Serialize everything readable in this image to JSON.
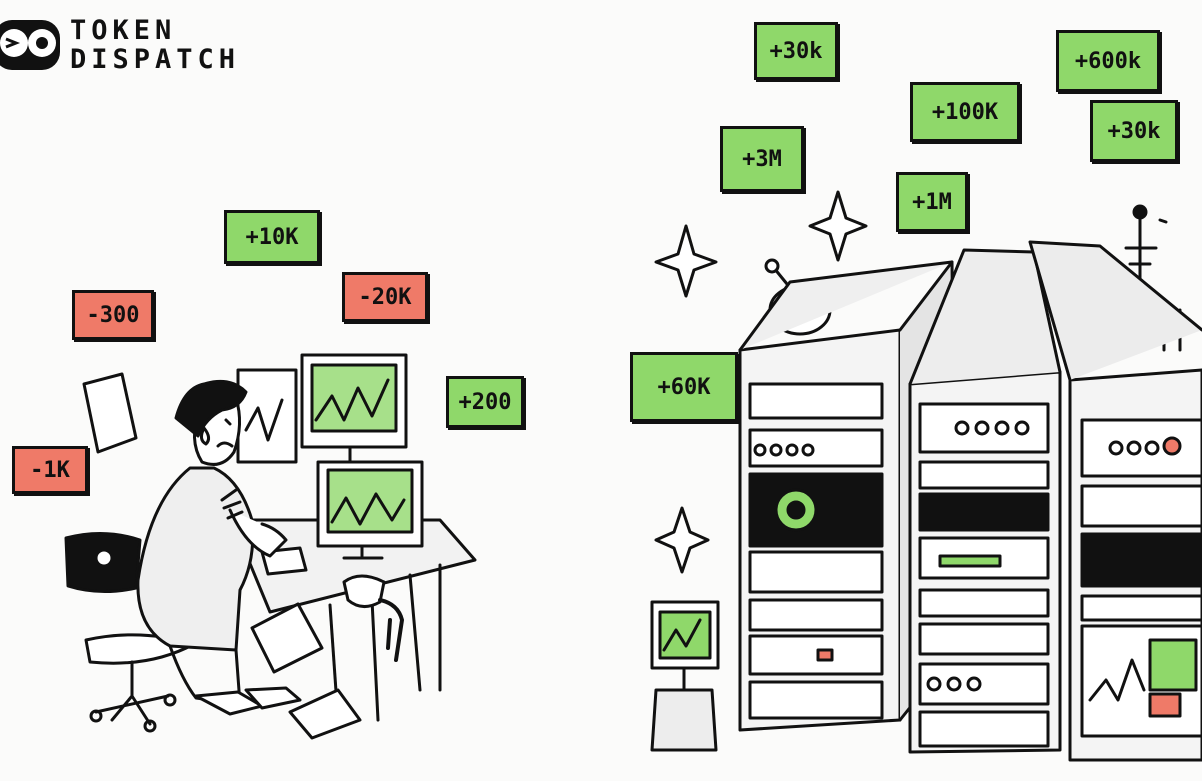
{
  "logo": {
    "line1": "TOKEN",
    "line2": "DISPATCH"
  },
  "colors": {
    "gain": "#8fd86a",
    "loss": "#ef7a68",
    "ink": "#111111"
  },
  "human_trader_tags": [
    {
      "text": "+10K",
      "tone": "gain"
    },
    {
      "text": "-300",
      "tone": "loss"
    },
    {
      "text": "-20K",
      "tone": "loss"
    },
    {
      "text": "+200",
      "tone": "gain"
    },
    {
      "text": "-1K",
      "tone": "loss"
    }
  ],
  "server_tags": [
    {
      "text": "+30k",
      "tone": "gain"
    },
    {
      "text": "+600k",
      "tone": "gain"
    },
    {
      "text": "+100K",
      "tone": "gain"
    },
    {
      "text": "+30k",
      "tone": "gain"
    },
    {
      "text": "+3M",
      "tone": "gain"
    },
    {
      "text": "+1M",
      "tone": "gain"
    },
    {
      "text": "+60K",
      "tone": "gain"
    }
  ]
}
